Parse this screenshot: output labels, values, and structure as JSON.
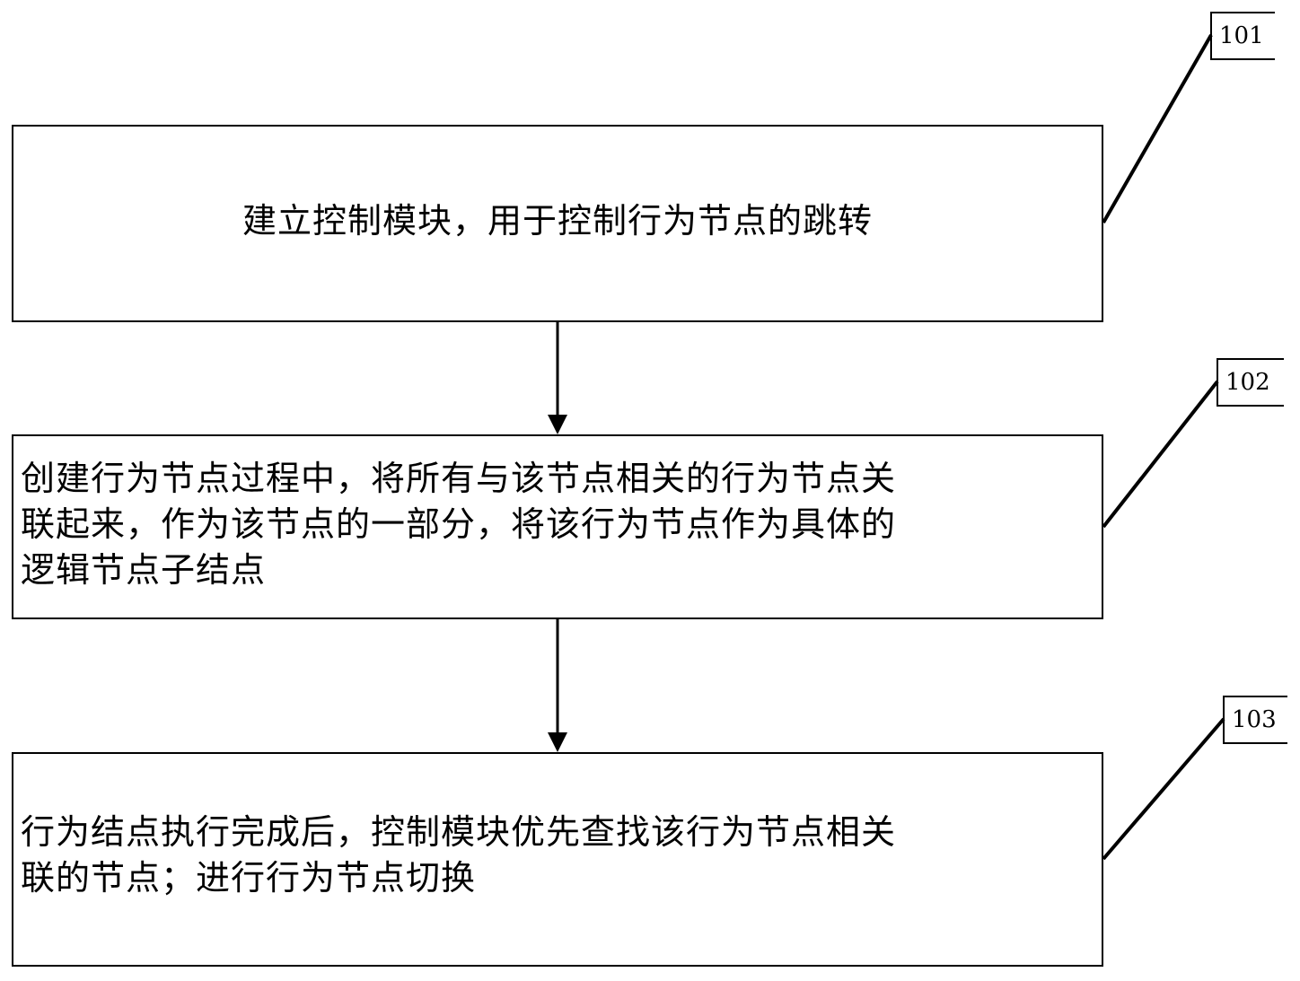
{
  "diagram": {
    "type": "flowchart",
    "steps": [
      {
        "id": "101",
        "label": "101",
        "text": "建立控制模块，用于控制行为节点的跳转",
        "lines": [
          "建立控制模块，用于控制行为节点的跳转"
        ]
      },
      {
        "id": "102",
        "label": "102",
        "text": "创建行为节点过程中，将所有与该节点相关的行为节点关联起来，作为该节点的一部分，将该行为节点作为具体的逻辑节点子结点",
        "lines": [
          "创建行为节点过程中，将所有与该节点相关的行为节点关",
          "联起来，作为该节点的一部分，将该行为节点作为具体的",
          "逻辑节点子结点"
        ]
      },
      {
        "id": "103",
        "label": "103",
        "text": "行为结点执行完成后，控制模块优先查找该行为节点相关联的节点；进行行为节点切换",
        "lines": [
          "行为结点执行完成后，控制模块优先查找该行为节点相关",
          "联的节点；进行行为节点切换"
        ]
      }
    ],
    "edges": [
      {
        "from": "101",
        "to": "102",
        "type": "arrow-down"
      },
      {
        "from": "102",
        "to": "103",
        "type": "arrow-down"
      }
    ],
    "colors": {
      "stroke": "#000000",
      "background": "#ffffff"
    }
  }
}
